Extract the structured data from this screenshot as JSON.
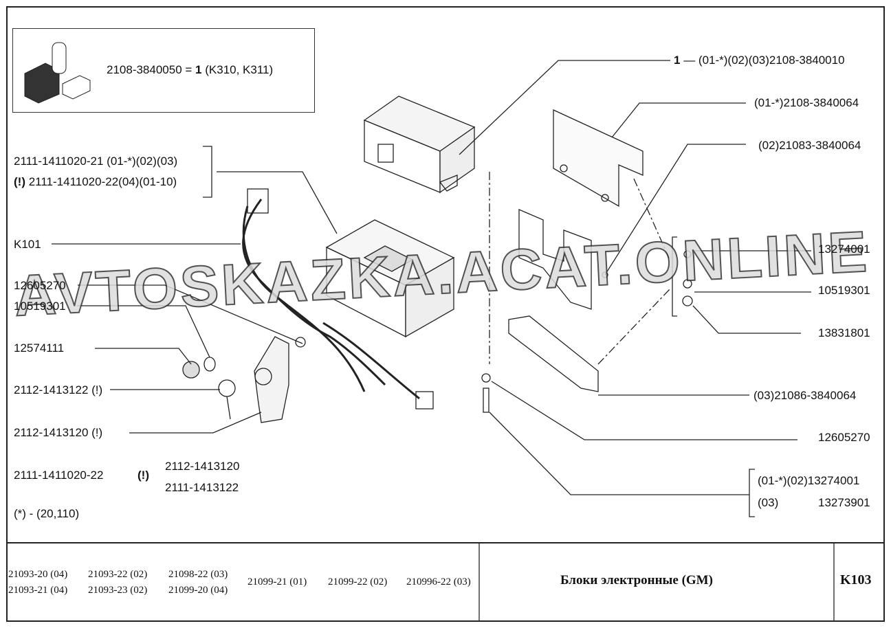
{
  "inset": {
    "part": "2108-3840050 = ",
    "qty": "1",
    "models": " (K310, K311)"
  },
  "labels": {
    "ecu": {
      "num": "1",
      "text": " —  (01-*)(02)(03)2108-3840010"
    },
    "bracket1": "(01-*)2108-3840064",
    "bracket2": "(02)21083-3840064",
    "harness1": "2111-1411020-21  (01-*)(02)(03)",
    "harness2_mark": "(!)",
    "harness2": "2111-1411020-22(04)(01-10)",
    "k101": "K101",
    "p12605270a": "12605270",
    "p10519301a": "10519301",
    "p12574111": "12574111",
    "p2112_1413122": "2112-1413122  (!)",
    "p2112_1413120": "2112-1413120  (!)",
    "note_harness": "2111-1411020-22",
    "note_mark": "(!)",
    "note_a": "2112-1413120",
    "note_b": "2111-1413122",
    "star": "(*)  -  (20,110)",
    "p13274001": "13274001",
    "p10519301b": "10519301",
    "p13831801": "13831801",
    "bracket3": "(03)21086-3840064",
    "p12605270b": "12605270",
    "bolt_a": "(01-*)(02)13274001",
    "bolt_b_code": "(03)",
    "bolt_b": "13273901"
  },
  "watermark": "AVTOSKAZKA.ACAT.ONLINE",
  "footer": {
    "models": [
      [
        "21093-20 (04)",
        "21093-21 (04)"
      ],
      [
        "21093-22 (02)",
        "21093-23 (02)"
      ],
      [
        "21098-22 (03)",
        "21099-20 (04)"
      ]
    ],
    "models_single": [
      "21099-21 (01)",
      "21099-22 (02)",
      "210996-22 (03)"
    ],
    "title": "Блоки электронные (GM)",
    "page": "K103"
  }
}
